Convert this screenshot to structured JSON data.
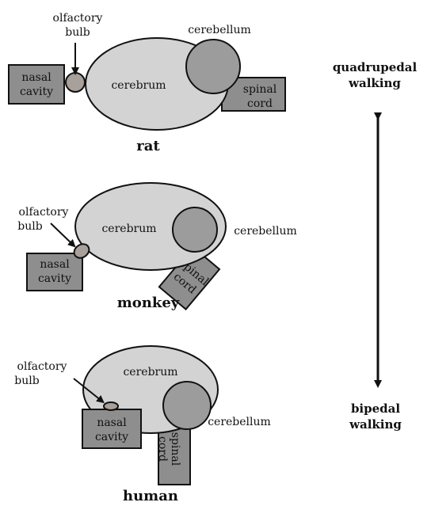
{
  "colors": {
    "cerebrum": "#d3d3d3",
    "cerebellum": "#9c9c9c",
    "nasal_cavity": "#8e8e8e",
    "spinal_cord": "#8e8e8e",
    "olfactory_bulb": "#a8a09a",
    "stroke": "#111111",
    "arrow": "#111111"
  },
  "rat": {
    "olfactory_bulb_line1": "olfactory",
    "olfactory_bulb_line2": "bulb",
    "nasal_line1": "nasal",
    "nasal_line2": "cavity",
    "cerebrum": "cerebrum",
    "cerebellum": "cerebellum",
    "spinal_line1": "spinal",
    "spinal_line2": "cord",
    "name": "rat"
  },
  "monkey": {
    "olfactory_bulb_line1": "olfactory",
    "olfactory_bulb_line2": "bulb",
    "nasal_line1": "nasal",
    "nasal_line2": "cavity",
    "cerebrum": "cerebrum",
    "cerebellum": "cerebellum",
    "spinal_line1": "spinal",
    "spinal_line2": "cord",
    "name": "monkey"
  },
  "human": {
    "olfactory_bulb_line1": "olfactory",
    "olfactory_bulb_line2": "bulb",
    "nasal_line1": "nasal",
    "nasal_line2": "cavity",
    "cerebrum": "cerebrum",
    "cerebellum": "cerebellum",
    "spinal_line1": "spinal",
    "spinal_line2": "cord",
    "name": "human"
  },
  "scale": {
    "top_line1": "quadrupedal",
    "top_line2": "walking",
    "bottom_line1": "bipedal",
    "bottom_line2": "walking"
  }
}
